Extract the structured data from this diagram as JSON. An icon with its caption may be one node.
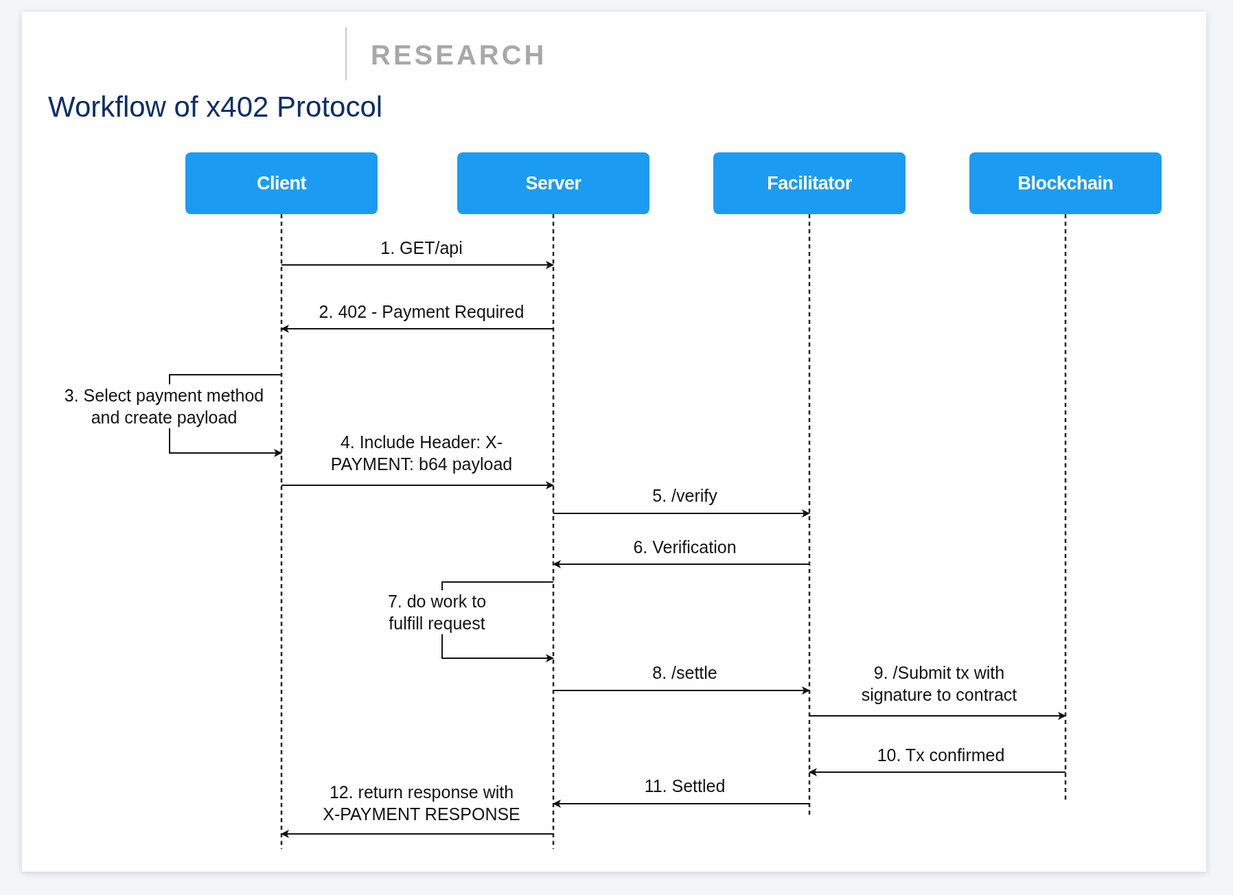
{
  "diagram": {
    "title": "Workflow of x402 Protocol",
    "nodes": [
      {
        "text": [
          "Client"
        ]
      },
      {
        "text": [
          "Server"
        ]
      },
      {
        "text": [
          "Facilitator"
        ]
      },
      {
        "text": [
          "Blockchain"
        ]
      }
    ],
    "edges": [
      {
        "from": 0,
        "to": 1,
        "arrow": "to",
        "label": "1. GET/api"
      },
      {
        "from": 1,
        "to": 0,
        "arrow": "to",
        "label": "2. 402 - Payment Required"
      },
      {
        "from": 0,
        "to": 0,
        "arrow": "to",
        "label": "3.  Select payment method and create payload"
      },
      {
        "from": 0,
        "to": 1,
        "arrow": "to",
        "label": "4. Include Header: X-PAYMENT: b64 payload"
      },
      {
        "from": 1,
        "to": 2,
        "arrow": "to",
        "label": "5. /verify"
      },
      {
        "from": 2,
        "to": 1,
        "arrow": "to",
        "label": "6. Verification"
      },
      {
        "from": 1,
        "to": 1,
        "arrow": "to",
        "label": "7. do work to fulfill request"
      },
      {
        "from": 1,
        "to": 2,
        "arrow": "to",
        "label": "8. /settle"
      },
      {
        "from": 2,
        "to": 3,
        "arrow": "to",
        "label": "9. /Submit tx with signature to contract"
      },
      {
        "from": 3,
        "to": 2,
        "arrow": "to",
        "label": "10. Tx confirmed"
      },
      {
        "from": 2,
        "to": 1,
        "arrow": "to",
        "label": "11. Settled"
      },
      {
        "from": 1,
        "to": 0,
        "arrow": "to",
        "label": "12. return response with X-PAYMENT RESPONSE"
      }
    ],
    "labels": [
      "RESEARCH"
    ]
  }
}
